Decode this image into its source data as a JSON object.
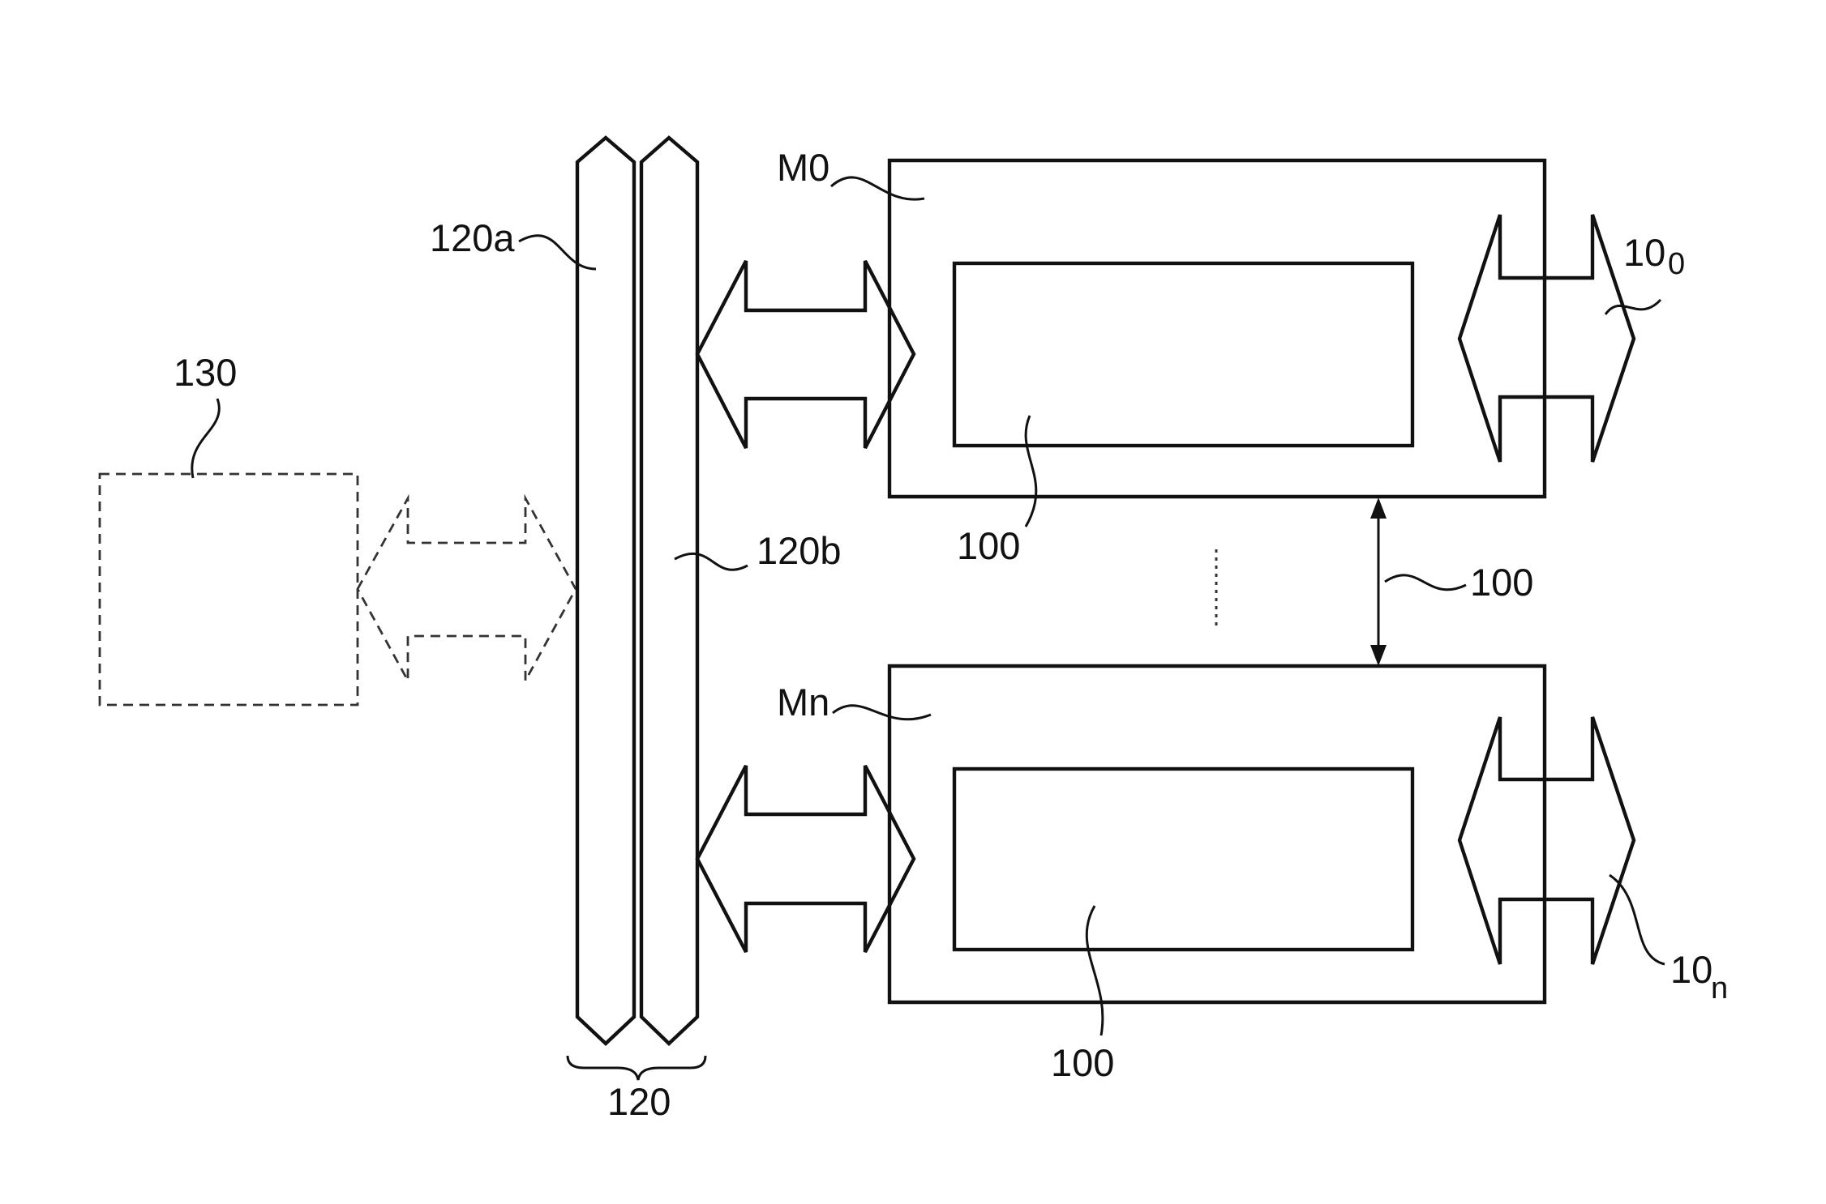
{
  "labels": {
    "module_m0": "M0",
    "module_mn": "Mn",
    "bus_line_a": "120a",
    "bus_line_b": "120b",
    "bus": "120",
    "external_unit": "130",
    "inner_block_m0": "100",
    "inner_block_mn": "100",
    "intermodule_link": "100",
    "io_m0_main": "10",
    "io_m0_sub": "0",
    "io_mn_main": "10",
    "io_mn_sub": "n"
  }
}
